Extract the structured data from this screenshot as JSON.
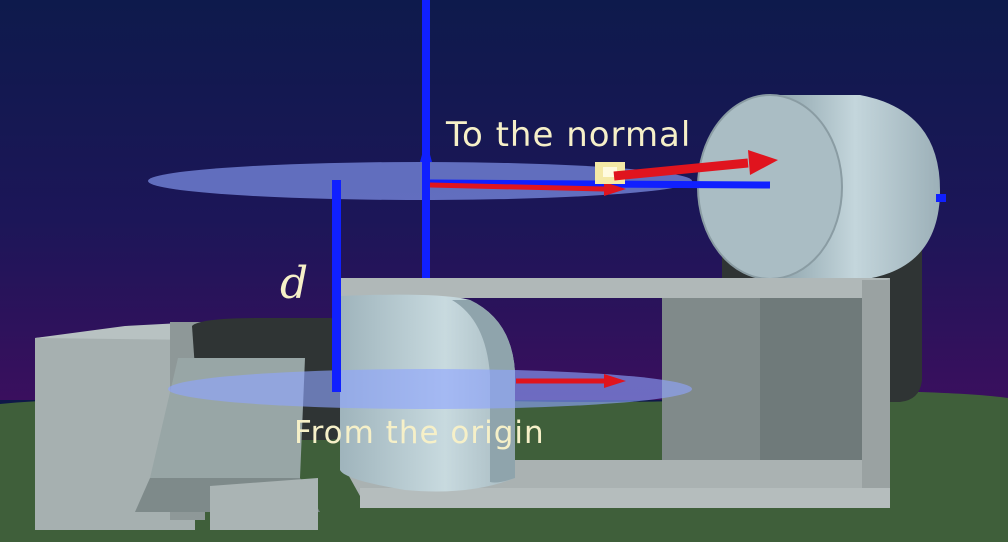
{
  "labels": {
    "to_normal": "To the normal",
    "from_origin": "From the origin",
    "distance_symbol": "d"
  },
  "colors": {
    "sky_top": "#0e1a4c",
    "sky_bottom": "#3a0f5e",
    "ground": "#3f5f3a",
    "plane": "#8ea4ff",
    "axis_blue": "#1020ff",
    "arrow_red": "#e0141e",
    "label": "#f6f0c8",
    "object_light": "#a8b8c0",
    "object_dark": "#2f3434"
  }
}
